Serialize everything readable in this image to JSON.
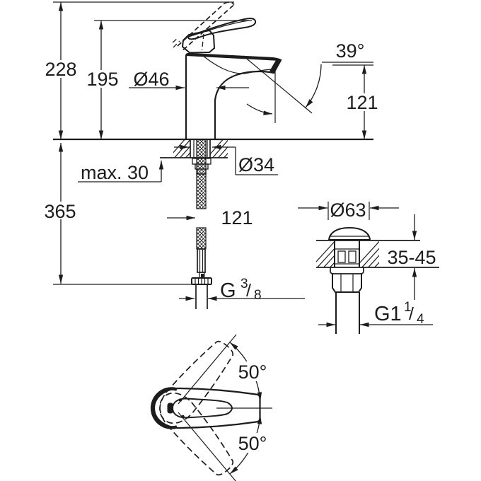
{
  "colors": {
    "line": "#1c1c1c",
    "background": "#ffffff"
  },
  "main_view": {
    "overall_height": "228",
    "height_to_lever": "195",
    "body_diameter": "Ø46",
    "spout_angle": "39°",
    "spout_height": "121",
    "max_mounting_thickness": "max. 30",
    "shank_diameter": "Ø34",
    "hose_reach": "365",
    "hose_length": "121",
    "supply_thread": {
      "prefix": "G",
      "numerator": "3",
      "slash": "/",
      "denominator": "8"
    }
  },
  "drain_view": {
    "flange_diameter": "Ø63",
    "deck_thickness_range": "35-45",
    "drain_thread": {
      "prefix": "G1",
      "numerator": "1",
      "slash": "/",
      "denominator": "4"
    }
  },
  "top_view": {
    "lever_swing_up": "50°",
    "lever_swing_down": "50°"
  }
}
